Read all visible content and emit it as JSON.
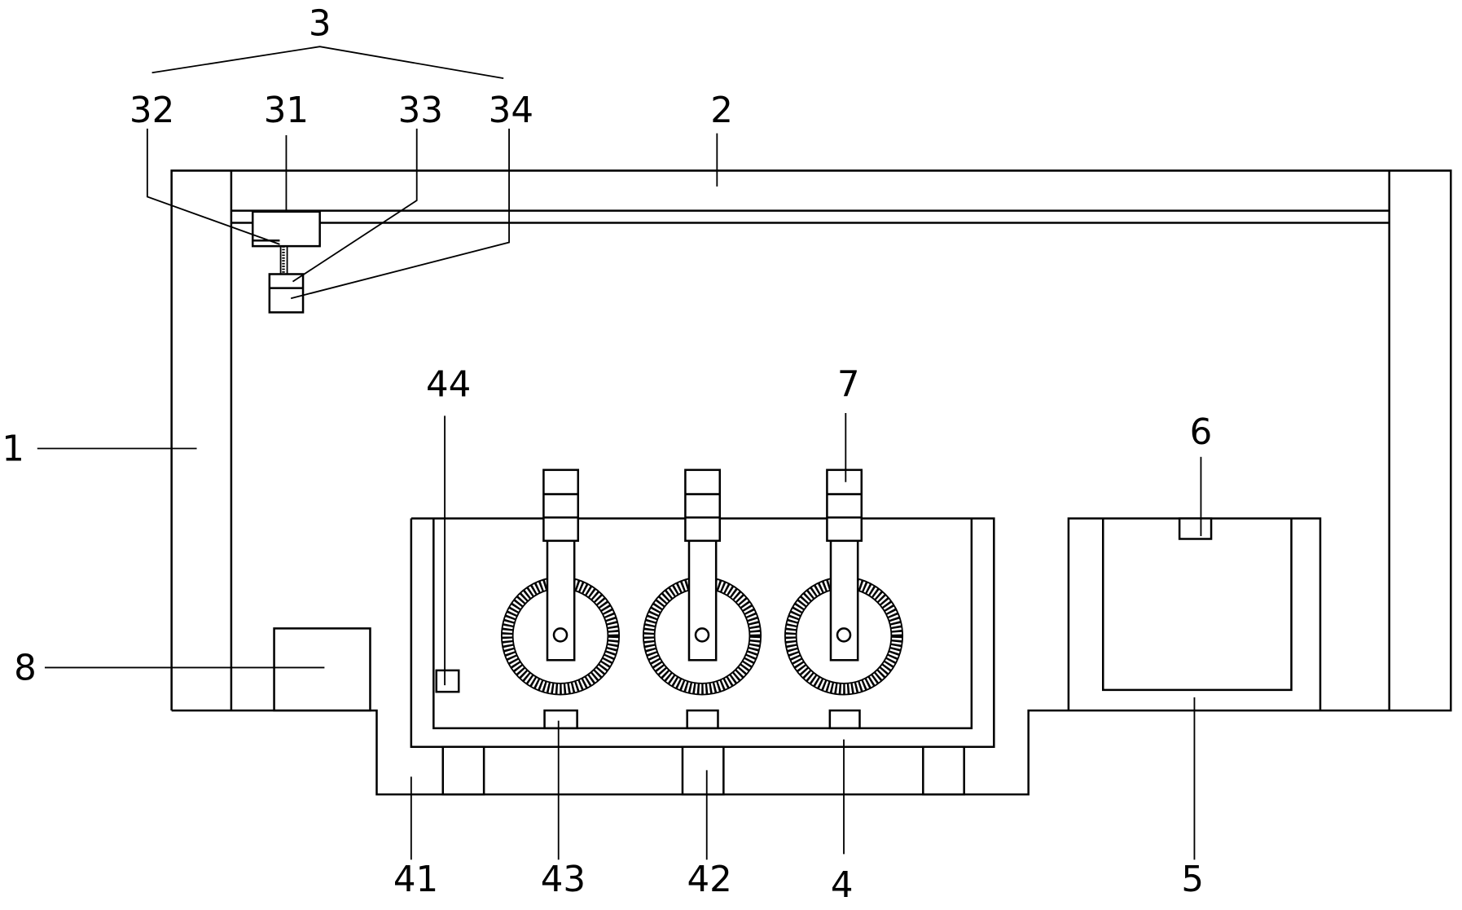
{
  "labels": {
    "l1": "1",
    "l2": "2",
    "l3": "3",
    "l31": "31",
    "l32": "32",
    "l33": "33",
    "l34": "34",
    "l4": "4",
    "l41": "41",
    "l42": "42",
    "l43": "43",
    "l44": "44",
    "l5": "5",
    "l6": "6",
    "l7": "7",
    "l8": "8"
  }
}
